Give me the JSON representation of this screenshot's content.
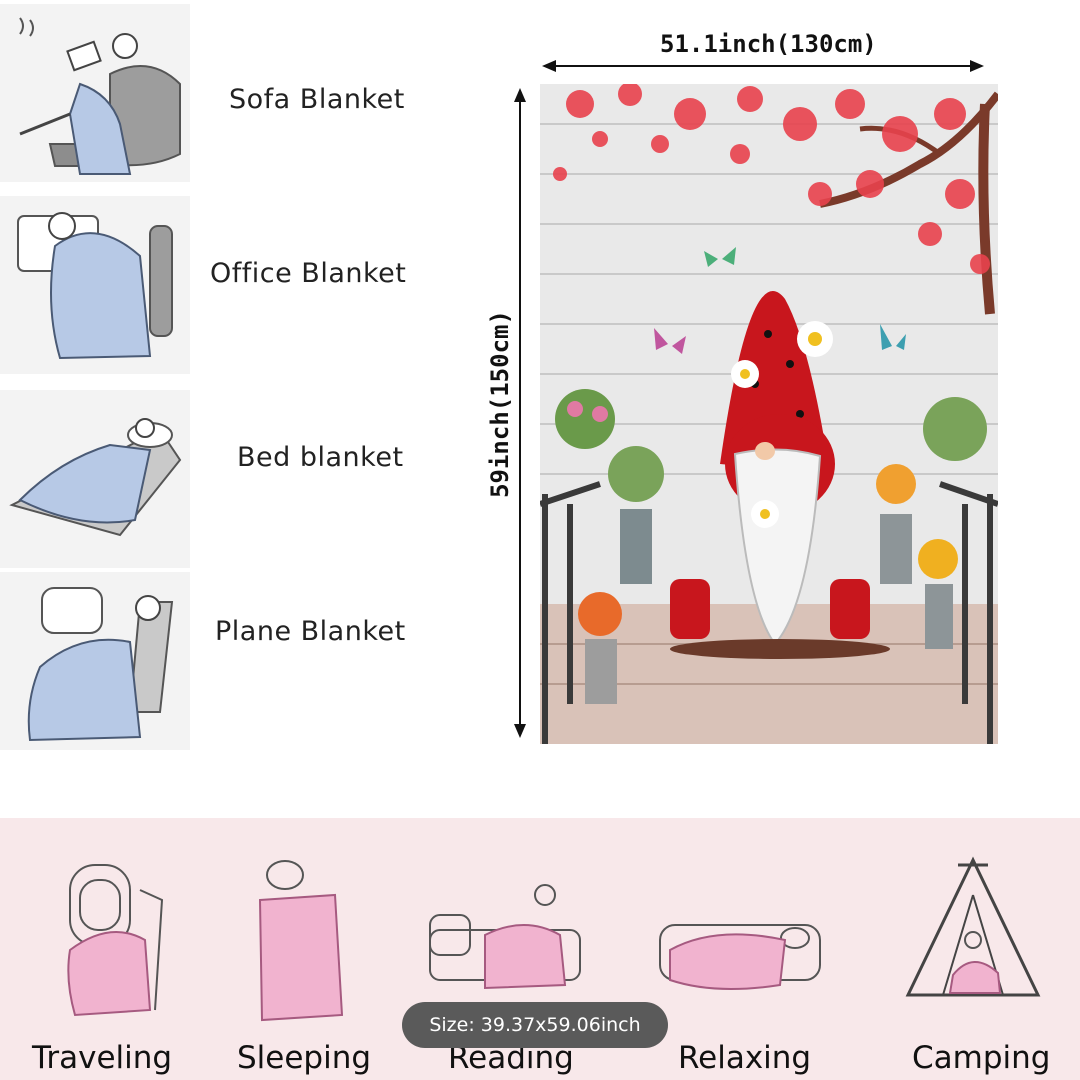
{
  "use_cases": [
    {
      "label": "Sofa Blanket",
      "icon": "sofa-reading-icon"
    },
    {
      "label": "Office Blanket",
      "icon": "office-chair-sleeping-icon"
    },
    {
      "label": "Bed blanket",
      "icon": "bed-sleeping-icon"
    },
    {
      "label": "Plane Blanket",
      "icon": "plane-seat-icon"
    }
  ],
  "dimensions": {
    "width_label": "51.1inch(130cm)",
    "height_label": "59inch(150cm)"
  },
  "activities": [
    {
      "label": "Traveling",
      "icon": "traveling-icon"
    },
    {
      "label": "Sleeping",
      "icon": "sleeping-icon"
    },
    {
      "label": "Reading",
      "icon": "reading-icon"
    },
    {
      "label": "Relaxing",
      "icon": "relaxing-icon"
    },
    {
      "label": "Camping",
      "icon": "camping-tent-icon"
    }
  ],
  "size_badge": "Size: 39.37x59.06inch",
  "colors": {
    "blanket_blue": "#b7c9e6",
    "blanket_pink": "#f1b3cf",
    "band_bg": "#f8e8ea",
    "gnome_red": "#c8161d",
    "leaf_red": "#e8424d"
  },
  "illustration": {
    "subject": "gnome-with-daisies-on-porch"
  }
}
